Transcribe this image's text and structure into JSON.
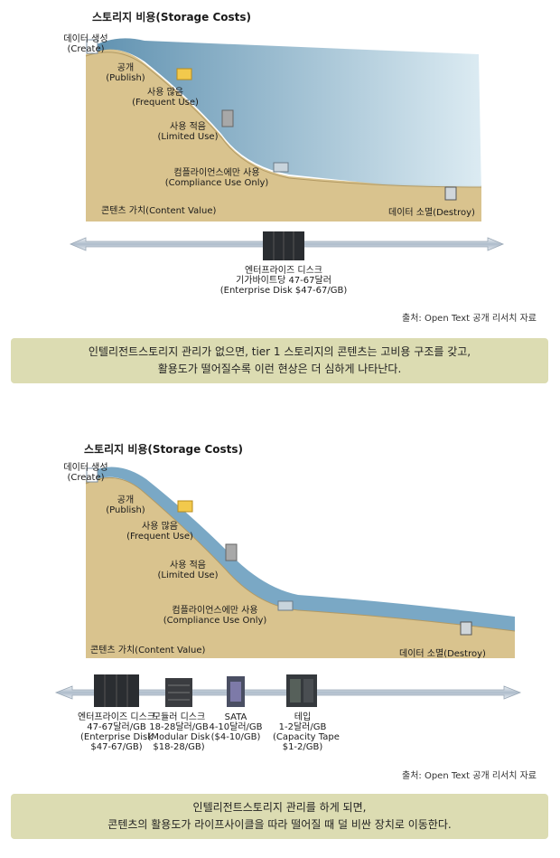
{
  "top": {
    "title": "스토리지 비용(Storage Costs)",
    "stages": [
      {
        "ko": "데이터 생성",
        "en": "(Create)"
      },
      {
        "ko": "공개",
        "en": "(Publish)"
      },
      {
        "ko": "사용 많음",
        "en": "(Frequent Use)"
      },
      {
        "ko": "사용 적음",
        "en": "(Limited Use)"
      },
      {
        "ko": "컴플라이언스에만 사용",
        "en": "(Compliance Use Only)"
      }
    ],
    "content_value": "콘텐츠 가치(Content Value)",
    "destroy": "데이터 소멸(Destroy)",
    "device": {
      "l1": "엔터프라이즈 디스크",
      "l2": "기가바이트당 47-67달러",
      "l3": "(Enterprise Disk  $47-67/GB)"
    },
    "source": "출처: Open Text 공개 리서치 자료",
    "caption_l1": "인텔리전트스토리지 관리가 없으면, tier 1 스토리지의 콘텐츠는 고비용 구조를 갖고,",
    "caption_l2": "활용도가 떨어질수록 이런 현상은 더 심하게 나타난다."
  },
  "bottom": {
    "title": "스토리지 비용(Storage Costs)",
    "stages": [
      {
        "ko": "데이터 생성",
        "en": "(Create)"
      },
      {
        "ko": "공개",
        "en": "(Publish)"
      },
      {
        "ko": "사용 많음",
        "en": "(Frequent Use)"
      },
      {
        "ko": "사용 적음",
        "en": "(Limited Use)"
      },
      {
        "ko": "컴플라이언스에만 사용",
        "en": "(Compliance Use Only)"
      }
    ],
    "content_value": "콘텐츠 가치(Content Value)",
    "destroy": "데이터 소멸(Destroy)",
    "devices": [
      {
        "l1": "엔터프라이즈 디스크",
        "l2": "47-67달러/GB",
        "l3": "(Enterprise Disk",
        "l4": "$47-67/GB)"
      },
      {
        "l1": "모듈러 디스크",
        "l2": "18-28달러/GB",
        "l3": "(Modular Disk",
        "l4": "$18-28/GB)"
      },
      {
        "l1": "SATA",
        "l2": "4-10달러/GB",
        "l3": "($4-10/GB)",
        "l4": ""
      },
      {
        "l1": "테입",
        "l2": "1-2달러/GB",
        "l3": "(Capacity Tape",
        "l4": "$1-2/GB)"
      }
    ],
    "source": "출처: Open Text 공개 리서치 자료",
    "caption_l1": "인텔리전트스토리지 관리를 하게 되면,",
    "caption_l2": "콘텐츠의 활용도가 라이프사이클을 따라 떨어질 때 덜 비싼 장치로 이동한다."
  },
  "colors": {
    "terrain": "#d9c38e",
    "terrain_side": "#bfa571",
    "water": "#8fb7cf",
    "water_dark": "#4f86a8",
    "caption_bg": "#dcdcb2",
    "arrow": "#c9d3dd"
  }
}
